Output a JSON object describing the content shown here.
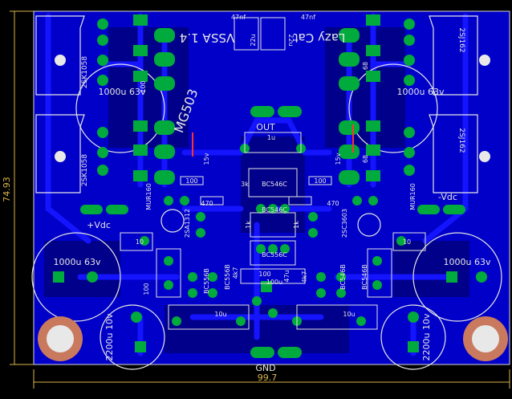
{
  "board": {
    "width_label": "99.7",
    "height_label": "74.93",
    "title_text": "VSSA 1.4",
    "author_text": "Lazy Cat",
    "out_label": "OUT",
    "gnd_label": "GND",
    "vdc_pos_label": "+Vdc",
    "vdc_neg_label": "-Vdc"
  },
  "labels": {
    "cap_big_tl": "1000u 63v",
    "cap_big_tr": "1000u 63v",
    "cap_big_ml": "1000u 63v",
    "cap_big_mr": "1000u 63v",
    "cap_2200_l": "2200u 10v",
    "cap_2200_r": "2200u 10v",
    "q_2sk1058_a": "2SK1058",
    "q_2sk1058_b": "2SK1058",
    "q_2sj162_a": "2SJ162",
    "q_2sj162_b": "2SJ162",
    "ic_mg": "MG503",
    "c_47nf_l": "47nf",
    "c_47nf_r": "47nf",
    "c_22u_l": "22u",
    "c_22u_r": "22u",
    "d_mur_l": "MUR160",
    "d_mur_r": "MUR160",
    "q_bc546_a": "BC546C",
    "q_bc546_b": "BC546C",
    "q_bc556_a": "BC556C",
    "q_bc556_b": "BC556B",
    "q_bc556_c": "BC556B",
    "q_bc556_d": "BC546B",
    "q_bc556_e": "BC546B",
    "q_2sa": "2SA1312",
    "q_2sc": "2SC3603",
    "r_470_a": "470",
    "r_470_b": "470",
    "r_100_a": "100",
    "r_100_b": "100",
    "r_100_c": "100",
    "r_100_d": "100",
    "r_100_e": "100",
    "r_10_a": "10",
    "r_10_b": "10",
    "r_4k7_a": "4k7",
    "r_4k7_b": "4k7",
    "r_1k_a": "1k",
    "r_1k_b": "1k",
    "c_10u_a": "10u",
    "c_10u_b": "10u",
    "c_1u": "1u",
    "d_15v_a": "15v",
    "d_15v_b": "15v",
    "r_68_a": "68",
    "r_68_b": "68",
    "r_3k": "3k",
    "c_47u": "47u",
    "c_100u": "100u"
  }
}
